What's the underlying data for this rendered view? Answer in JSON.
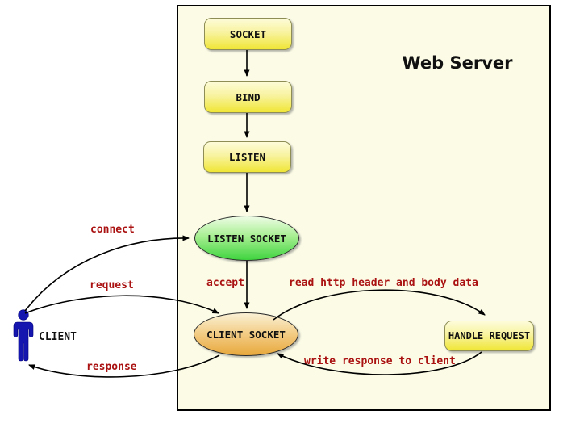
{
  "diagram": {
    "title": "Web Server",
    "nodes": {
      "socket": "SOCKET",
      "bind": "BIND",
      "listen": "LISTEN",
      "listen_socket": "LISTEN SOCKET",
      "client_socket": "CLIENT SOCKET",
      "handle_request": "HANDLE REQUEST"
    },
    "actor": {
      "label": "CLIENT"
    },
    "edge_labels": {
      "connect": "connect",
      "request": "request",
      "response": "response",
      "accept": "accept",
      "read": "read http header and body data",
      "write": "write response to client"
    },
    "colors": {
      "red_label": "#aa1111",
      "box_gradient_top": "#fdfcd8",
      "box_gradient_bottom": "#f0e636",
      "green_gradient_top": "#eefce6",
      "green_gradient_bottom": "#3fd43f",
      "orange_gradient_top": "#faf1d6",
      "orange_gradient_bottom": "#e8a83c",
      "container_bg": "#fbfbe6",
      "client_blue": "#1515b0",
      "arrow": "#000000"
    }
  }
}
